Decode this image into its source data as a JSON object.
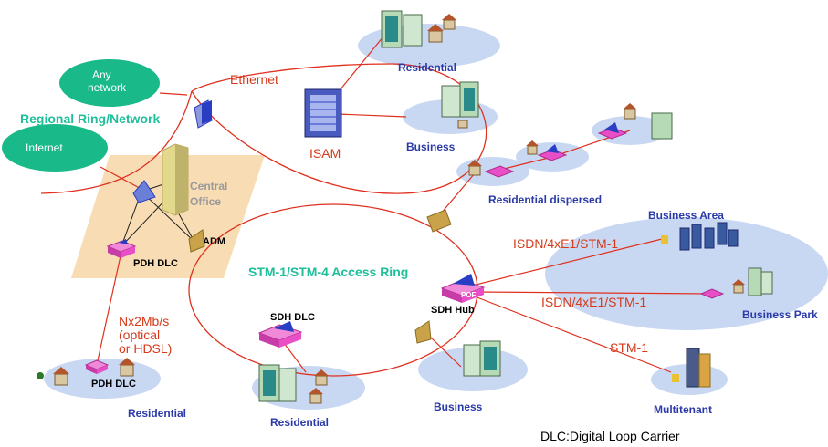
{
  "labels": {
    "ethernet": "Ethernet",
    "any_network_1": "Any",
    "any_network_2": "network",
    "regional_ring": "Regional Ring/Network",
    "internet": "Internet",
    "isam": "ISAM",
    "residential_top": "Residential",
    "business_top": "Business",
    "central_office_1": "Central",
    "central_office_2": "Office",
    "adm": "ADM",
    "pdh_dlc_office": "PDH DLC",
    "residential_dispersed": "Residential dispersed",
    "access_ring": "STM-1/STM-4 Access Ring",
    "business_area": "Business Area",
    "isdn_1": "ISDN/4xE1/STM-1",
    "isdn_2": "ISDN/4xE1/STM-1",
    "business_park": "Business Park",
    "sdh_hub": "SDH Hub",
    "pof": "POF",
    "stm1": "STM-1",
    "sdh_dlc": "SDH DLC",
    "nx2mb_1": "Nx2Mb/s",
    "nx2mb_2": "(optical",
    "nx2mb_3": "or HDSL)",
    "pdh_dlc_res": "PDH DLC",
    "residential_left": "Residential",
    "residential_bottom": "Residential",
    "business_bottom": "Business",
    "multitenant": "Multitenant",
    "footnote": "DLC:Digital Loop Carrier"
  },
  "colors": {
    "link": "#e0301e",
    "teal_cloud": "#19b98a",
    "site_ellipse": "#c9d8f2",
    "office_area": "#f8dcb4",
    "dlc_magenta": "#e84fc6",
    "node_blue": "#2a3ec4",
    "adm_gold": "#caa24a"
  }
}
